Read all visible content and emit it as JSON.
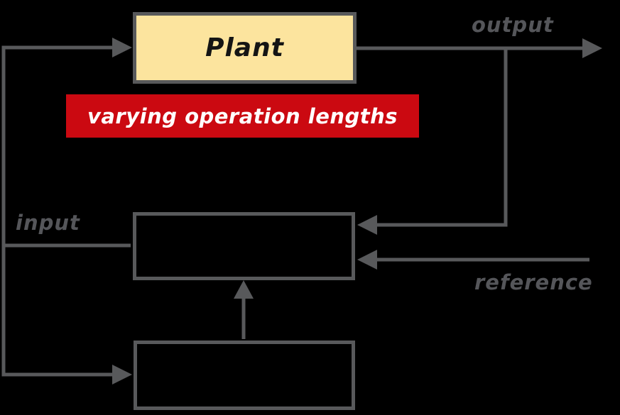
{
  "diagram": {
    "background_color": "#000000",
    "line_color": "#58595B",
    "label_color": "#55565A",
    "boxes": {
      "plant": {
        "label": "Plant",
        "fill": "#FCE49E",
        "border": "#58595B",
        "text_color": "#141414"
      },
      "middle": {
        "label": "",
        "fill": "transparent",
        "border": "#58595B"
      },
      "bottom": {
        "label": "",
        "fill": "transparent",
        "border": "#58595B"
      }
    },
    "annotation": {
      "text": "varying operation lengths",
      "bg": "#CB0911",
      "text_color": "#FFFFFF"
    },
    "labels": {
      "output": "output",
      "input": "input",
      "reference": "reference"
    }
  }
}
